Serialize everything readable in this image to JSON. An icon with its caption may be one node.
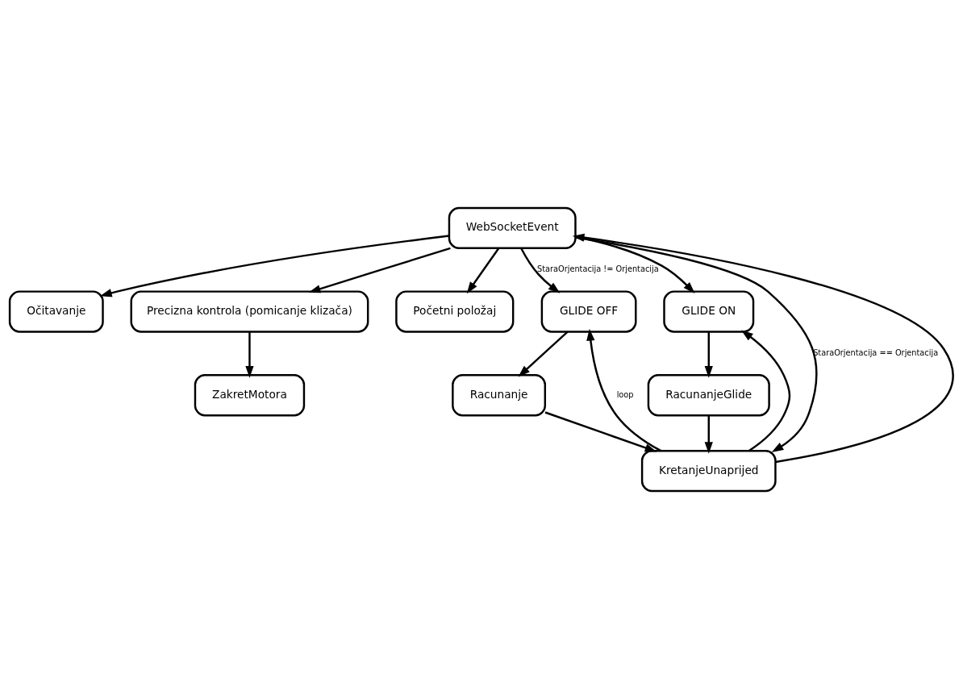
{
  "diagram": {
    "nodes": [
      {
        "text": [
          "WebSocketEvent"
        ]
      },
      {
        "text": [
          "Očitavanje"
        ]
      },
      {
        "text": [
          "Precizna kontrola (pomicanje klizača)"
        ]
      },
      {
        "text": [
          "Početni položaj"
        ]
      },
      {
        "text": [
          "ZakretMotora"
        ]
      },
      {
        "text": [
          "GLIDE OFF"
        ]
      },
      {
        "text": [
          "GLIDE ON"
        ]
      },
      {
        "text": [
          "Racunanje"
        ]
      },
      {
        "text": [
          "RacunanjeGlide"
        ]
      },
      {
        "text": [
          "KretanjeUnaprijed"
        ]
      }
    ],
    "edges": [
      {
        "from": 0,
        "to": 1,
        "arrow": "to"
      },
      {
        "from": 0,
        "to": 2,
        "arrow": "to"
      },
      {
        "from": 0,
        "to": 3,
        "arrow": "to"
      },
      {
        "from": 2,
        "to": 4,
        "arrow": "to"
      },
      {
        "from": 0,
        "to": 9,
        "arrow": "to",
        "label": "StaraOrjentacija == Orjentacija"
      },
      {
        "from": 0,
        "to": 5,
        "arrow": "to",
        "label": "StaraOrjentacija != Orjentacija"
      },
      {
        "from": 0,
        "to": 6,
        "arrow": "to"
      },
      {
        "from": 5,
        "to": 7,
        "arrow": "to"
      },
      {
        "from": 6,
        "to": 8,
        "arrow": "to"
      },
      {
        "from": 7,
        "to": 9,
        "arrow": "to"
      },
      {
        "from": 8,
        "to": 9,
        "arrow": "to"
      },
      {
        "from": 9,
        "to": 5,
        "arrow": "to",
        "label": "loop"
      },
      {
        "from": 9,
        "to": 6,
        "arrow": "to"
      },
      {
        "from": 9,
        "to": 0,
        "arrow": "to"
      }
    ]
  }
}
